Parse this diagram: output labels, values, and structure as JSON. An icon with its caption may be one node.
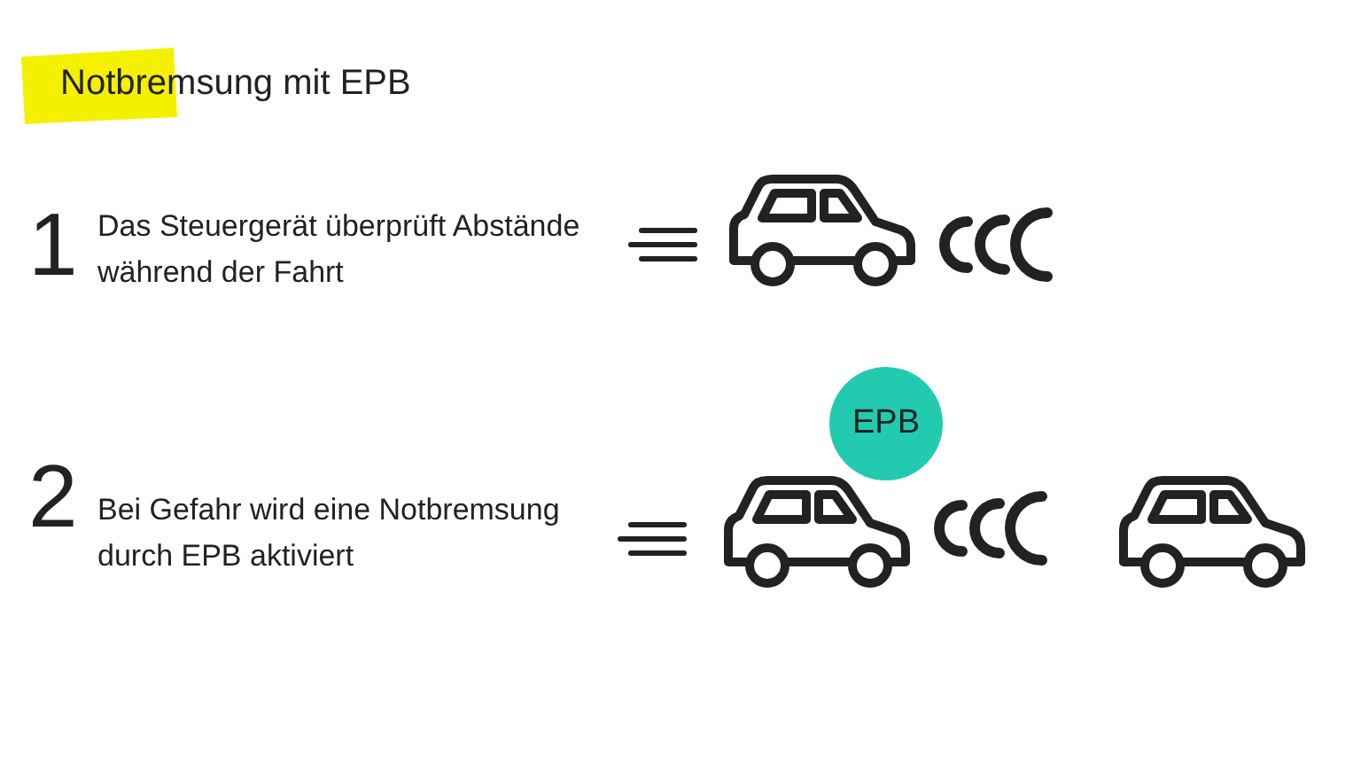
{
  "diagram": {
    "title": "Notbremsung mit EPB",
    "nodes": [
      {
        "text": [
          "EPB"
        ]
      }
    ],
    "labels": [
      "1",
      "Das Steuergerät überprüft Abstände während der Fahrt",
      "2",
      "Bei Gefahr wird eine Notbremsung durch EPB aktiviert"
    ]
  }
}
